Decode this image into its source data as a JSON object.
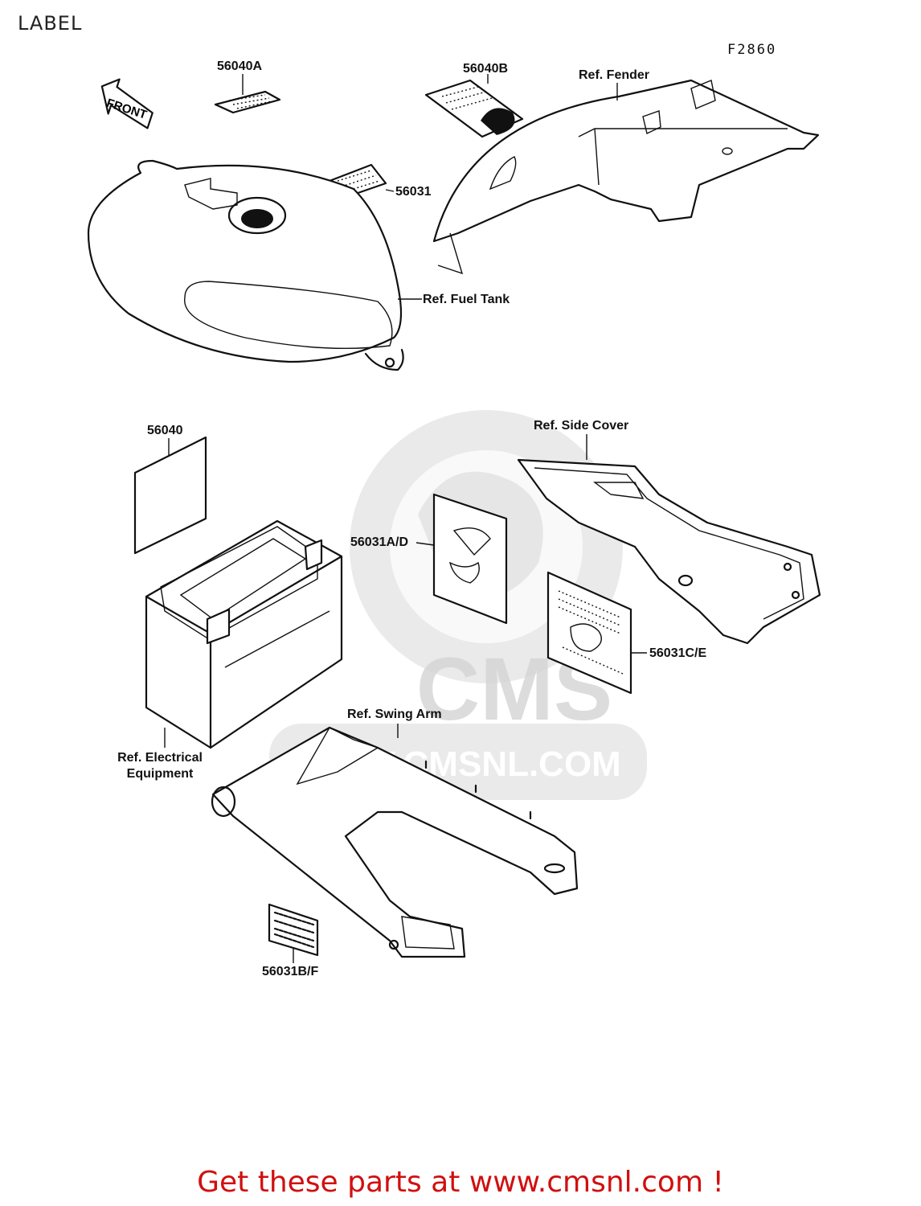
{
  "page": {
    "title": "LABEL",
    "figure_code": "F2860",
    "promo_text": "Get these parts at www.cmsnl.com !"
  },
  "watermark": {
    "text_large": "CMS",
    "text_url": "WWW.CMSNL.COM"
  },
  "front_arrow_text": "FRONT",
  "callouts": {
    "p56040A": "56040A",
    "p56040B": "56040B",
    "p56031": "56031",
    "p56040": "56040",
    "p56031AD": "56031A/D",
    "p56031CE": "56031C/E",
    "p56031BF": "56031B/F",
    "ref_fender": "Ref. Fender",
    "ref_fuel_tank": "Ref. Fuel Tank",
    "ref_side_cover": "Ref. Side Cover",
    "ref_swing_arm": "Ref. Swing Arm",
    "ref_electrical_1": "Ref. Electrical",
    "ref_electrical_2": "Equipment"
  },
  "colors": {
    "promo": "#d10f0f",
    "watermark": "#d9d9d9",
    "line": "#111111"
  }
}
